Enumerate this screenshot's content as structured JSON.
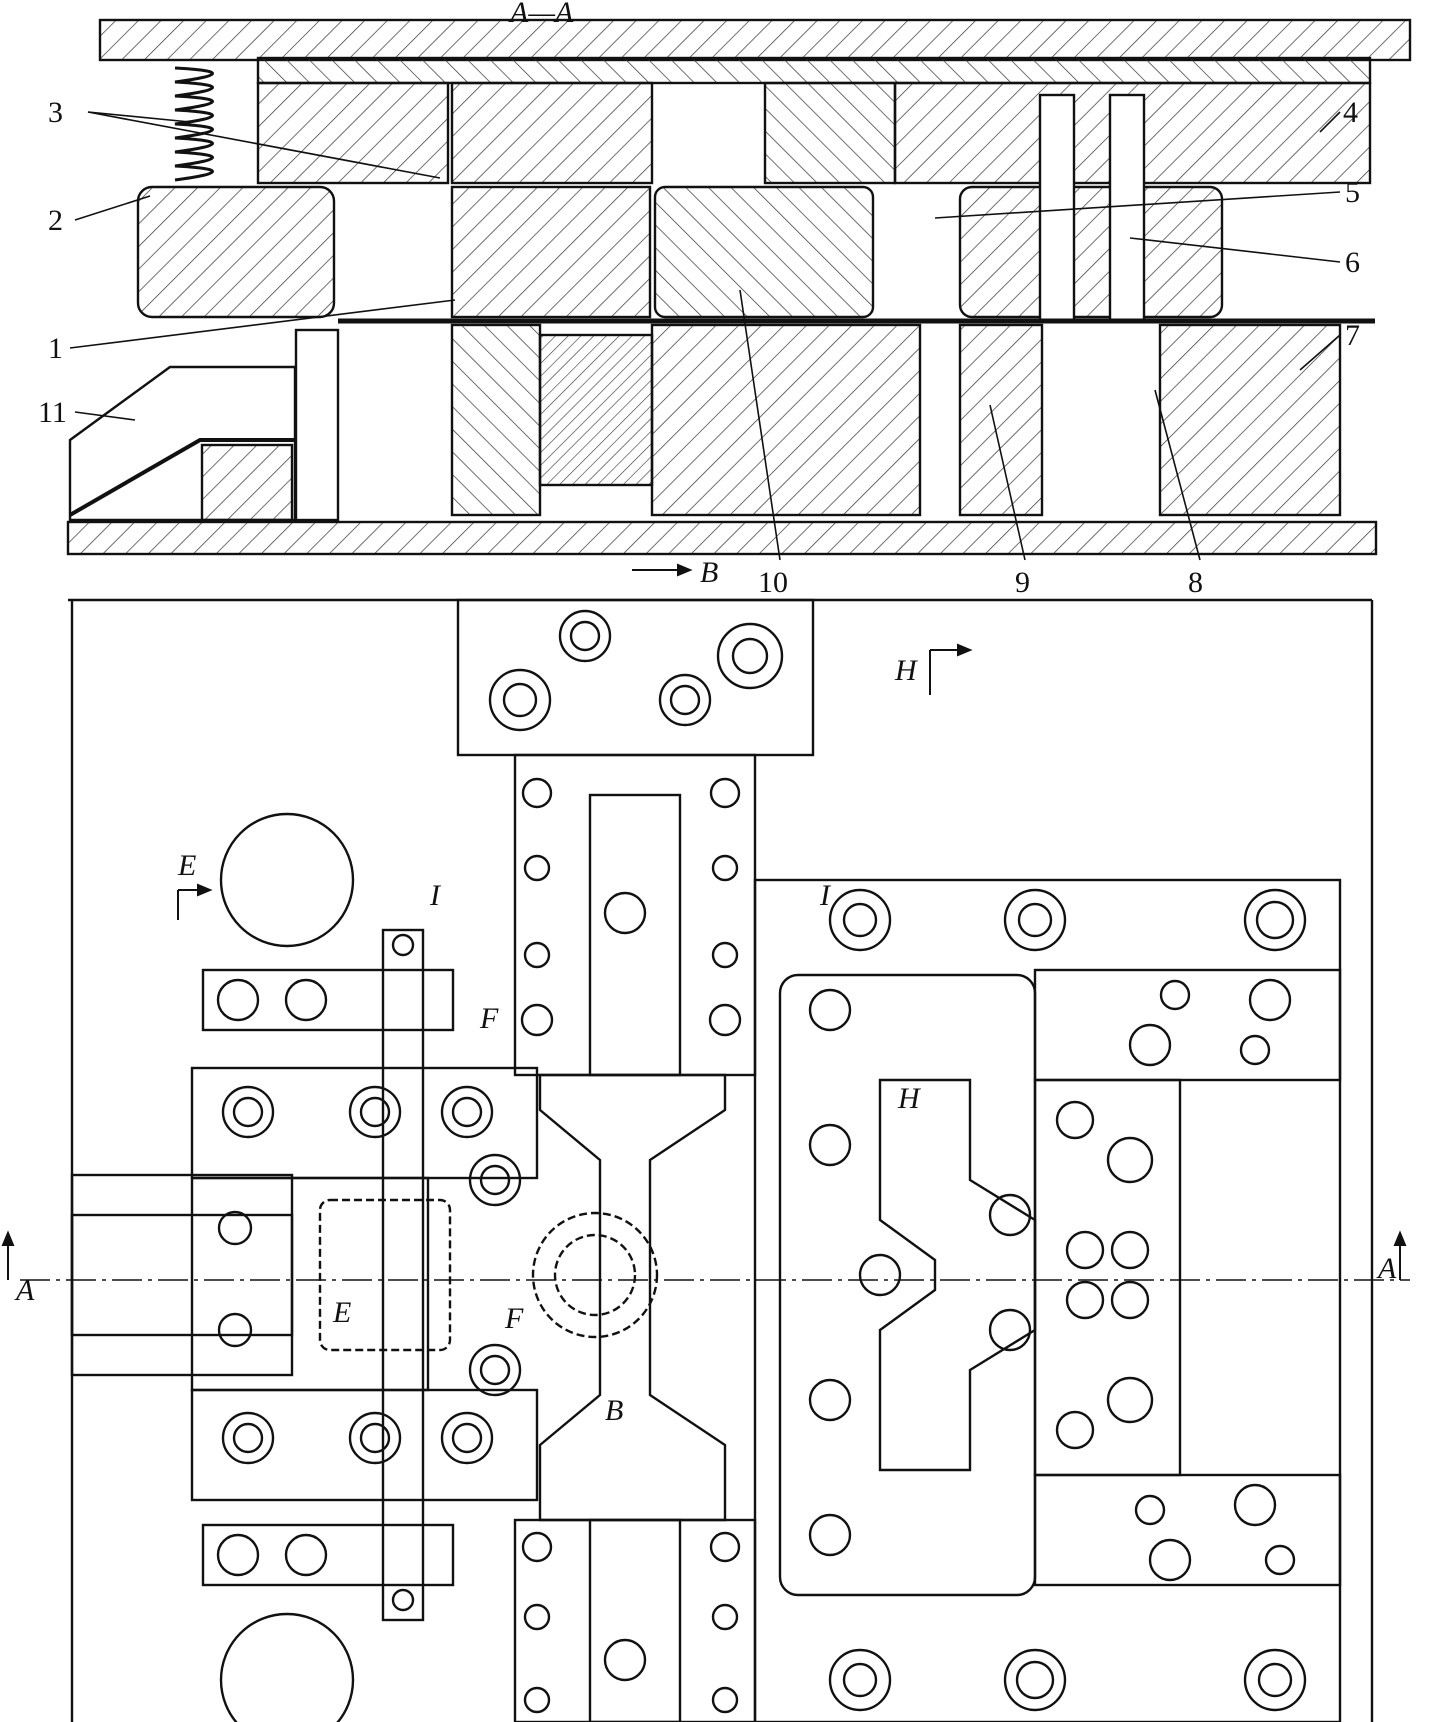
{
  "section_title": "A—A",
  "part_labels": {
    "p1": "1",
    "p2": "2",
    "p3": "3",
    "p4": "4",
    "p5": "5",
    "p6": "6",
    "p7": "7",
    "p8": "8",
    "p9": "9",
    "p10": "10",
    "p11": "11"
  },
  "section_markers": {
    "A": "A",
    "B": "B",
    "E": "E",
    "F": "F",
    "H": "H",
    "I": "I"
  },
  "style": {
    "line_color": "#111111",
    "hatch_color": "#333333",
    "background": "#ffffff"
  }
}
